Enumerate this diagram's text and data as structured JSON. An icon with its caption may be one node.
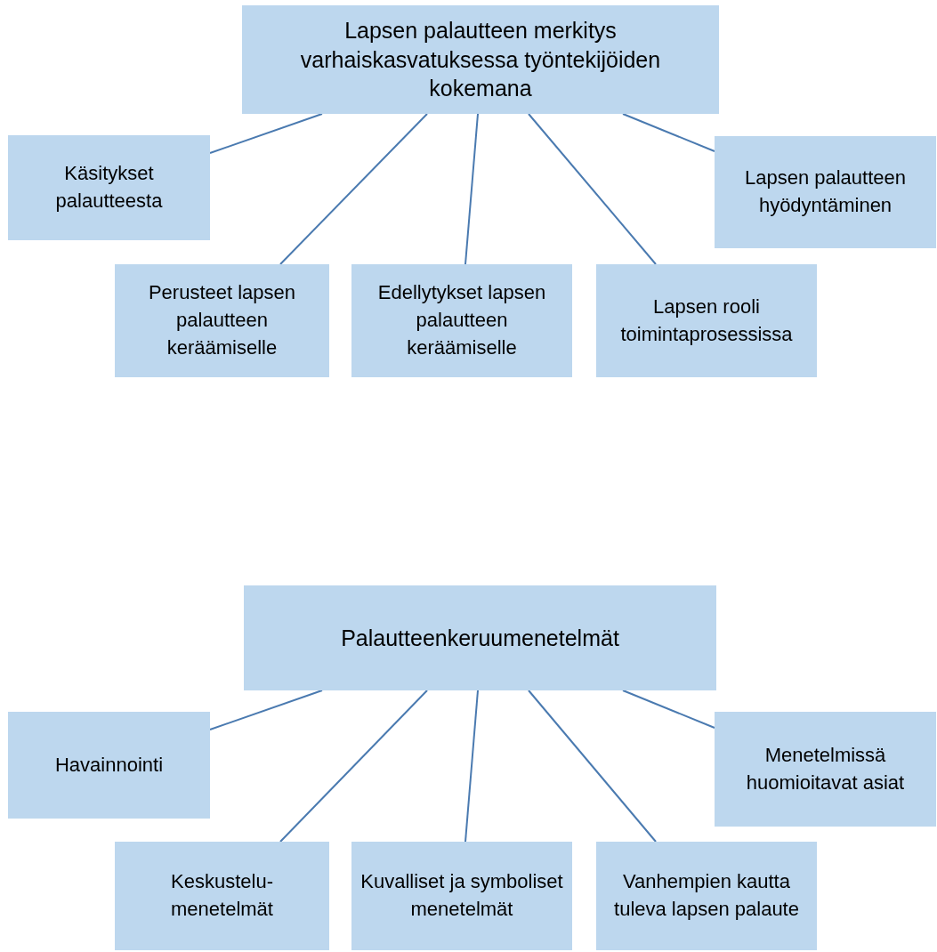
{
  "diagram": {
    "nodes": [
      {
        "text": [
          "Lapsen palautteen merkitys varhaiskasvatuksessa työntekijöiden kokemana"
        ]
      },
      {
        "text": [
          "Käsitykset palautteesta"
        ]
      },
      {
        "text": [
          "Lapsen palautteen hyödyntäminen"
        ]
      },
      {
        "text": [
          "Perusteet lapsen palautteen keräämiselle"
        ]
      },
      {
        "text": [
          "Edellytykset lapsen palautteen keräämiselle"
        ]
      },
      {
        "text": [
          "Lapsen rooli toimintaprosessissa"
        ]
      },
      {
        "text": [
          "Palautteenkeruumenetelmät"
        ]
      },
      {
        "text": [
          "Havainnointi"
        ]
      },
      {
        "text": [
          "Menetelmissä huomioitavat asiat"
        ]
      },
      {
        "text": [
          "Keskustelu-menetelmät"
        ]
      },
      {
        "text": [
          "Kuvalliset ja symboliset menetelmät"
        ]
      },
      {
        "text": [
          "Vanhempien kautta tuleva lapsen palaute"
        ]
      }
    ],
    "edges": [
      {
        "from": 0,
        "to": 1,
        "arrow": "none"
      },
      {
        "from": 0,
        "to": 2,
        "arrow": "none"
      },
      {
        "from": 0,
        "to": 3,
        "arrow": "none"
      },
      {
        "from": 0,
        "to": 4,
        "arrow": "none"
      },
      {
        "from": 0,
        "to": 5,
        "arrow": "none"
      },
      {
        "from": 6,
        "to": 7,
        "arrow": "none"
      },
      {
        "from": 6,
        "to": 8,
        "arrow": "none"
      },
      {
        "from": 6,
        "to": 9,
        "arrow": "none"
      },
      {
        "from": 6,
        "to": 10,
        "arrow": "none"
      },
      {
        "from": 6,
        "to": 11,
        "arrow": "none"
      }
    ]
  }
}
